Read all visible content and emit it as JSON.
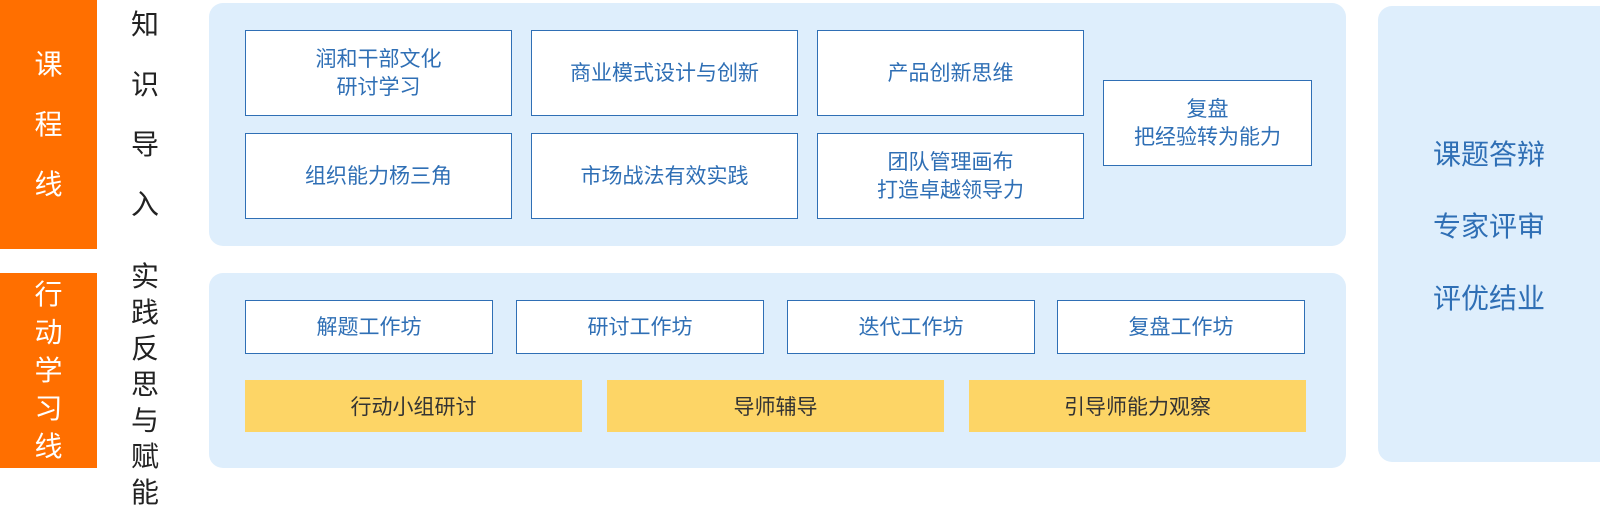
{
  "side_tabs": {
    "course": [
      "课",
      "程",
      "线"
    ],
    "action": [
      "行",
      "动",
      "学",
      "习",
      "线"
    ]
  },
  "labels": {
    "knowledge": [
      "知",
      "识",
      "导",
      "入"
    ],
    "practice": [
      "实",
      "践",
      "反",
      "思",
      "与",
      "赋",
      "能"
    ]
  },
  "courses": {
    "c1": [
      "润和干部文化",
      "研讨学习"
    ],
    "c2": [
      "商业模式设计与创新"
    ],
    "c3": [
      "产品创新思维"
    ],
    "c4": [
      "组织能力杨三角"
    ],
    "c5": [
      "市场战法有效实践"
    ],
    "c6": [
      "团队管理画布",
      "打造卓越领导力"
    ],
    "c7": [
      "复盘",
      "把经验转为能力"
    ]
  },
  "workshops": [
    "解题工作坊",
    "研讨工作坊",
    "迭代工作坊",
    "复盘工作坊"
  ],
  "support": [
    "行动小组研讨",
    "导师辅导",
    "引导师能力观察"
  ],
  "right": [
    "课题答辩",
    "专家评审",
    "评优结业"
  ],
  "colors": {
    "orange": "#ff6f00",
    "panel": "#deeefc",
    "blue": "#2f6fb5",
    "gold": "#fdd566"
  }
}
